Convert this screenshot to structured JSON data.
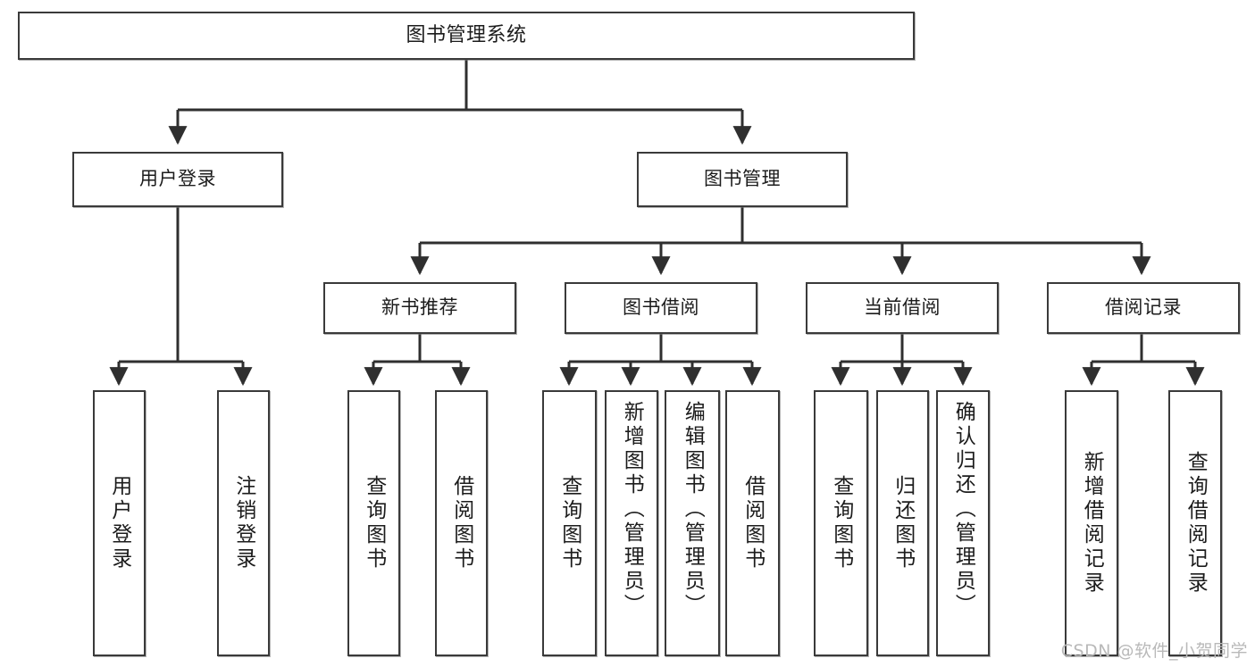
{
  "diagram": {
    "type": "tree",
    "title": "图书管理系统",
    "watermark": "CSDN @软件_小贺同学",
    "colors": {
      "box_border": "#3a3a3a",
      "box_fill": "#ffffff",
      "connector": "#2f2f2f",
      "text": "#1c1c1c",
      "watermark": "#b9b9b9"
    },
    "levels": {
      "level1": [
        "图书管理系统"
      ],
      "level2": [
        "用户登录",
        "图书管理"
      ],
      "level3": [
        "新书推荐",
        "图书借阅",
        "当前借阅",
        "借阅记录"
      ],
      "level4": [
        "用户登录",
        "注销登录",
        "查询图书",
        "借阅图书",
        "查询图书",
        "新增图书（管理员）",
        "编辑图书（管理员）",
        "借阅图书",
        "查询图书",
        "归还图书",
        "确认归还（管理员）",
        "新增借阅记录",
        "查询借阅记录"
      ]
    },
    "nodes": {
      "root": {
        "label": "图书管理系统"
      },
      "user_login": {
        "label": "用户登录"
      },
      "book_mgmt": {
        "label": "图书管理"
      },
      "new_book_rec": {
        "label": "新书推荐"
      },
      "book_borrow": {
        "label": "图书借阅"
      },
      "current_borrow": {
        "label": "当前借阅"
      },
      "borrow_record": {
        "label": "借阅记录"
      },
      "leaf_user_login": {
        "label": "用户登录"
      },
      "leaf_logout": {
        "label": "注销登录"
      },
      "leaf_query_book_1": {
        "label": "查询图书"
      },
      "leaf_borrow_book_1": {
        "label": "借阅图书"
      },
      "leaf_query_book_2": {
        "label": "查询图书"
      },
      "leaf_add_book_admin": {
        "label": "新增图书（管理员）"
      },
      "leaf_edit_book_admin": {
        "label": "编辑图书（管理员）"
      },
      "leaf_borrow_book_2": {
        "label": "借阅图书"
      },
      "leaf_query_book_3": {
        "label": "查询图书"
      },
      "leaf_return_book": {
        "label": "归还图书"
      },
      "leaf_confirm_return_admin": {
        "label": "确认归还（管理员）"
      },
      "leaf_add_borrow_record": {
        "label": "新增借阅记录"
      },
      "leaf_query_borrow_record": {
        "label": "查询借阅记录"
      }
    }
  }
}
